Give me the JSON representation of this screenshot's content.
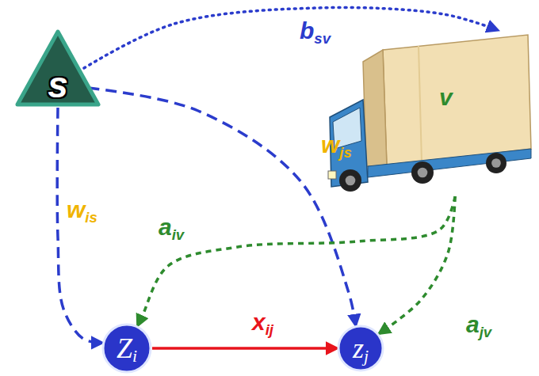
{
  "diagram": {
    "nodes": [
      {
        "text": [
          "s"
        ]
      },
      {
        "text": [
          "v"
        ]
      },
      {
        "text": [
          "Zi"
        ]
      },
      {
        "text": [
          "zj"
        ]
      }
    ],
    "edges": [
      {
        "from": 0,
        "to": 1,
        "arrow": "to",
        "label": "bsv"
      },
      {
        "from": 0,
        "to": 2,
        "arrow": "to",
        "label": "wis"
      },
      {
        "from": 0,
        "to": 3,
        "arrow": "to",
        "label": "wjs"
      },
      {
        "from": 1,
        "to": 2,
        "arrow": "to",
        "label": "aiv"
      },
      {
        "from": 1,
        "to": 3,
        "arrow": "to",
        "label": "ajv"
      },
      {
        "from": 2,
        "to": 3,
        "arrow": "to",
        "label": "xij"
      }
    ]
  }
}
